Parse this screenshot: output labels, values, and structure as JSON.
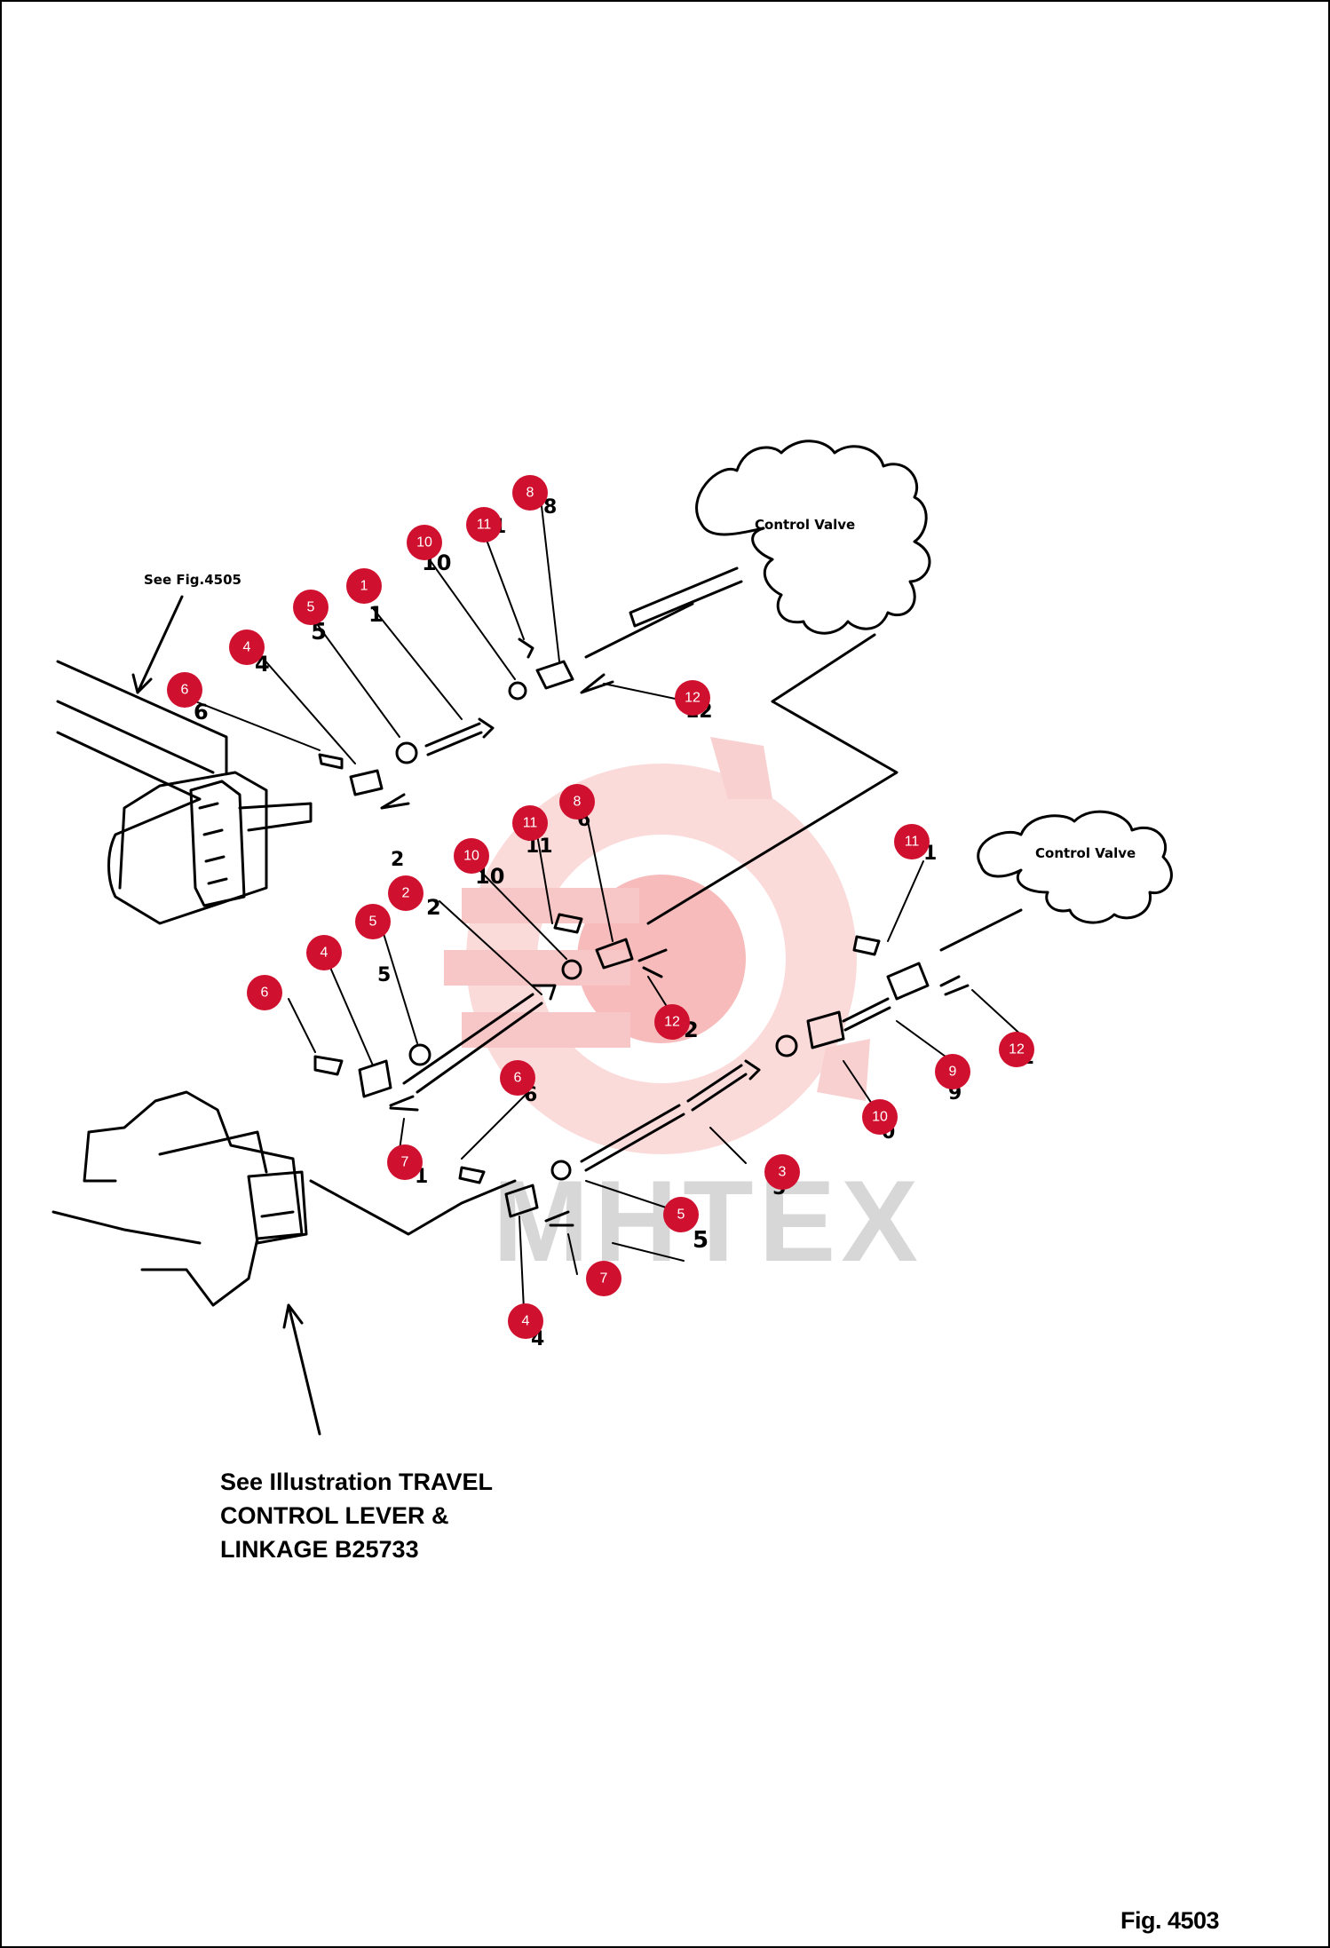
{
  "figure": {
    "fig_label": "Fig. 4503",
    "see_ref_note": "See Fig.4505",
    "control_valve_labels": [
      "Control Valve",
      "Control Valve"
    ],
    "travel_note_lines": [
      "See Illustration TRAVEL",
      "CONTROL LEVER &",
      "LINKAGE B25733"
    ],
    "watermark": "MHTEX",
    "callouts": [
      "1",
      "2",
      "3",
      "4",
      "5",
      "6",
      "7",
      "8",
      "9",
      "10",
      "11",
      "12"
    ],
    "callout_color": "#d0102f"
  }
}
